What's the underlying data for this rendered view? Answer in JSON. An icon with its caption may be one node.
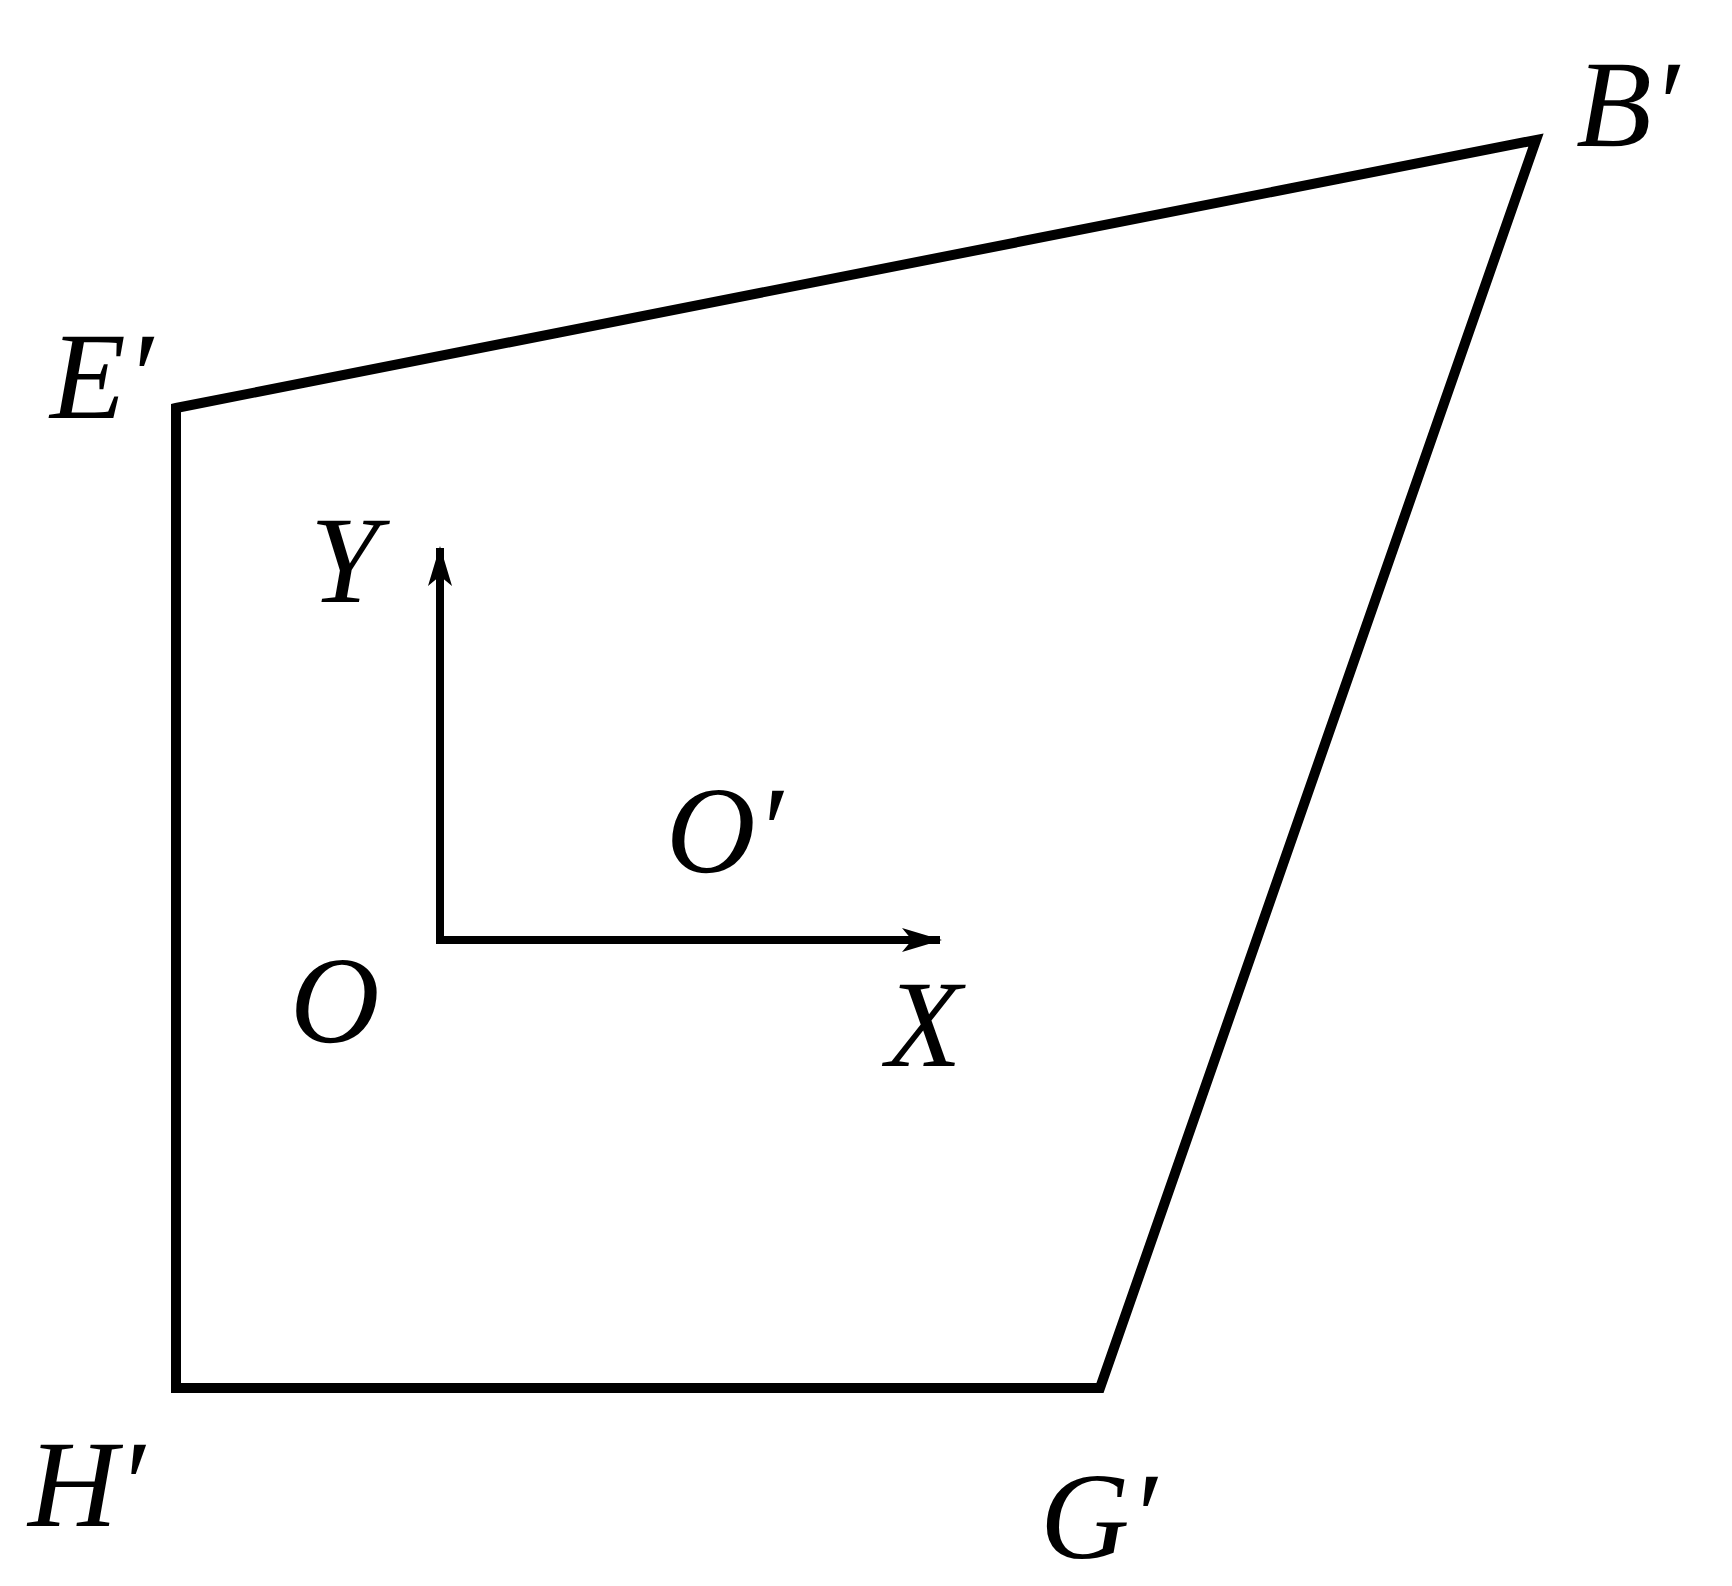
{
  "diagram": {
    "labels": [
      "E′",
      "B′",
      "Y",
      "O′",
      "O",
      "X",
      "H′",
      "G′"
    ]
  }
}
